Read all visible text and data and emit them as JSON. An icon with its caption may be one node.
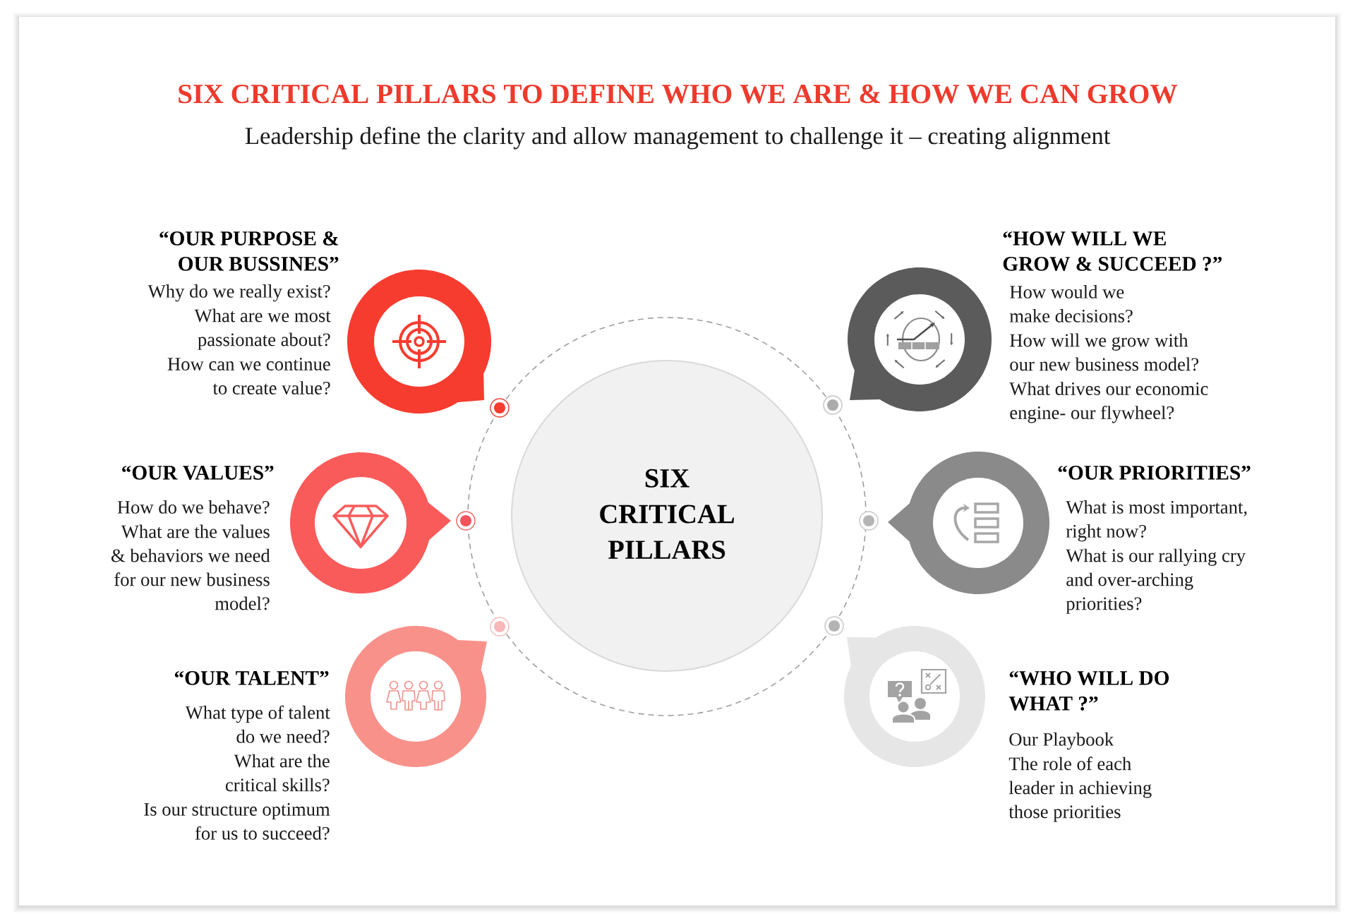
{
  "diagram": {
    "title": "SIX CRITICAL PILLARS TO DEFINE WHO WE ARE & HOW WE CAN GROW",
    "nodes": [
      {
        "text": [
          "“OUR PURPOSE & OUR BUSSINES”"
        ],
        "beside": [
          "Why do we really exist?",
          "What are we most passionate about?",
          "How can we continue to create value?"
        ]
      },
      {
        "text": [
          "“HOW WILL WE GROW & SUCCEED ?”"
        ],
        "beside": [
          "How would we make decisions?",
          "How will we grow with our new business model?",
          "What drives our economic engine- our flywheel?"
        ]
      },
      {
        "text": [
          "“OUR VALUES”"
        ],
        "beside": [
          "How do we behave?",
          "What are the values & behaviors we need for our new business model?"
        ]
      },
      {
        "text": [
          "SIX CRITICAL PILLARS"
        ]
      },
      {
        "text": [
          "“OUR PRIORITIES”"
        ],
        "beside": [
          "What is most important, right now?",
          "What is our rallying cry and over-arching priorities?"
        ]
      },
      {
        "text": [
          "“OUR TALENT”"
        ],
        "beside": [
          "What type of talent do we need?",
          "What are the critical skills?",
          "Is our structure optimum for us to succeed?"
        ]
      },
      {
        "text": [
          "“WHO WILL DO WHAT ?”"
        ],
        "beside": [
          "Our Playbook",
          "The role of each leader in achieving those priorities"
        ]
      }
    ],
    "labels": [
      "Leadership define the clarity and allow management to challenge it – creating alignment"
    ]
  }
}
